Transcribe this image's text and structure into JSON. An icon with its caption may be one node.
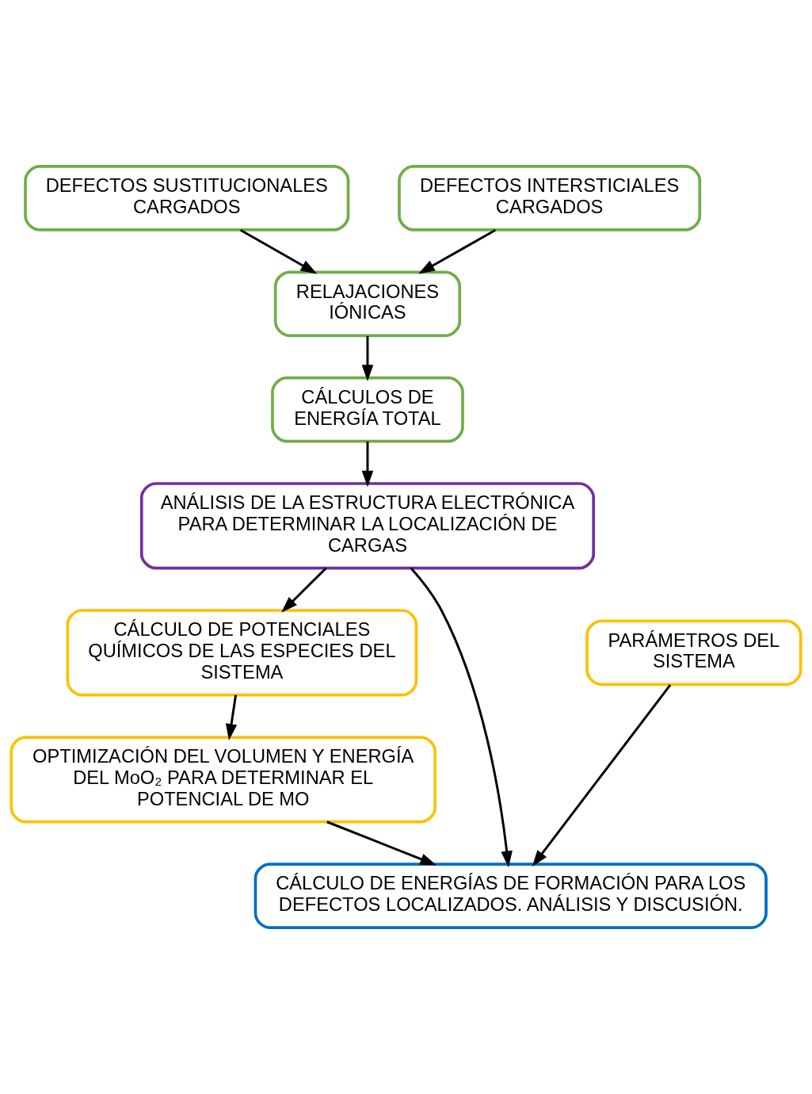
{
  "diagram": {
    "nodes": [
      {
        "text": [
          "DEFECTOS SUSTITUCIONALES CARGADOS"
        ]
      },
      {
        "text": [
          "DEFECTOS INTERSTICIALES CARGADOS"
        ]
      },
      {
        "text": [
          "RELAJACIONES IÓNICAS"
        ]
      },
      {
        "text": [
          "CÁLCULOS DE ENERGÍA TOTAL"
        ]
      },
      {
        "text": [
          "ANÁLISIS DE LA ESTRUCTURA ELECTRÓNICA PARA DETERMINAR LA LOCALIZACIÓN DE CARGAS"
        ]
      },
      {
        "text": [
          "CÁLCULO DE POTENCIALES QUÍMICOS DE LAS ESPECIES DEL SISTEMA"
        ]
      },
      {
        "text": [
          "PARÁMETROS DEL SISTEMA"
        ]
      },
      {
        "text": [
          "OPTIMIZACIÓN DEL VOLUMEN Y ENERGÍA DEL MoO₂ PARA DETERMINAR EL POTENCIAL DE MO"
        ]
      },
      {
        "text": [
          "CÁLCULO DE ENERGÍAS DE FORMACIÓN PARA LOS DEFECTOS LOCALIZADOS. ANÁLISIS Y DISCUSIÓN."
        ]
      }
    ],
    "edges": [
      {
        "from": 0,
        "to": 2,
        "arrow": "to"
      },
      {
        "from": 1,
        "to": 2,
        "arrow": "to"
      },
      {
        "from": 2,
        "to": 3,
        "arrow": "to"
      },
      {
        "from": 3,
        "to": 4,
        "arrow": "to"
      },
      {
        "from": 4,
        "to": 5,
        "arrow": "to"
      },
      {
        "from": 4,
        "to": 8,
        "arrow": "to"
      },
      {
        "from": 6,
        "to": 8,
        "arrow": "to"
      },
      {
        "from": 5,
        "to": 7,
        "arrow": "to"
      },
      {
        "from": 7,
        "to": 8,
        "arrow": "to"
      }
    ]
  }
}
